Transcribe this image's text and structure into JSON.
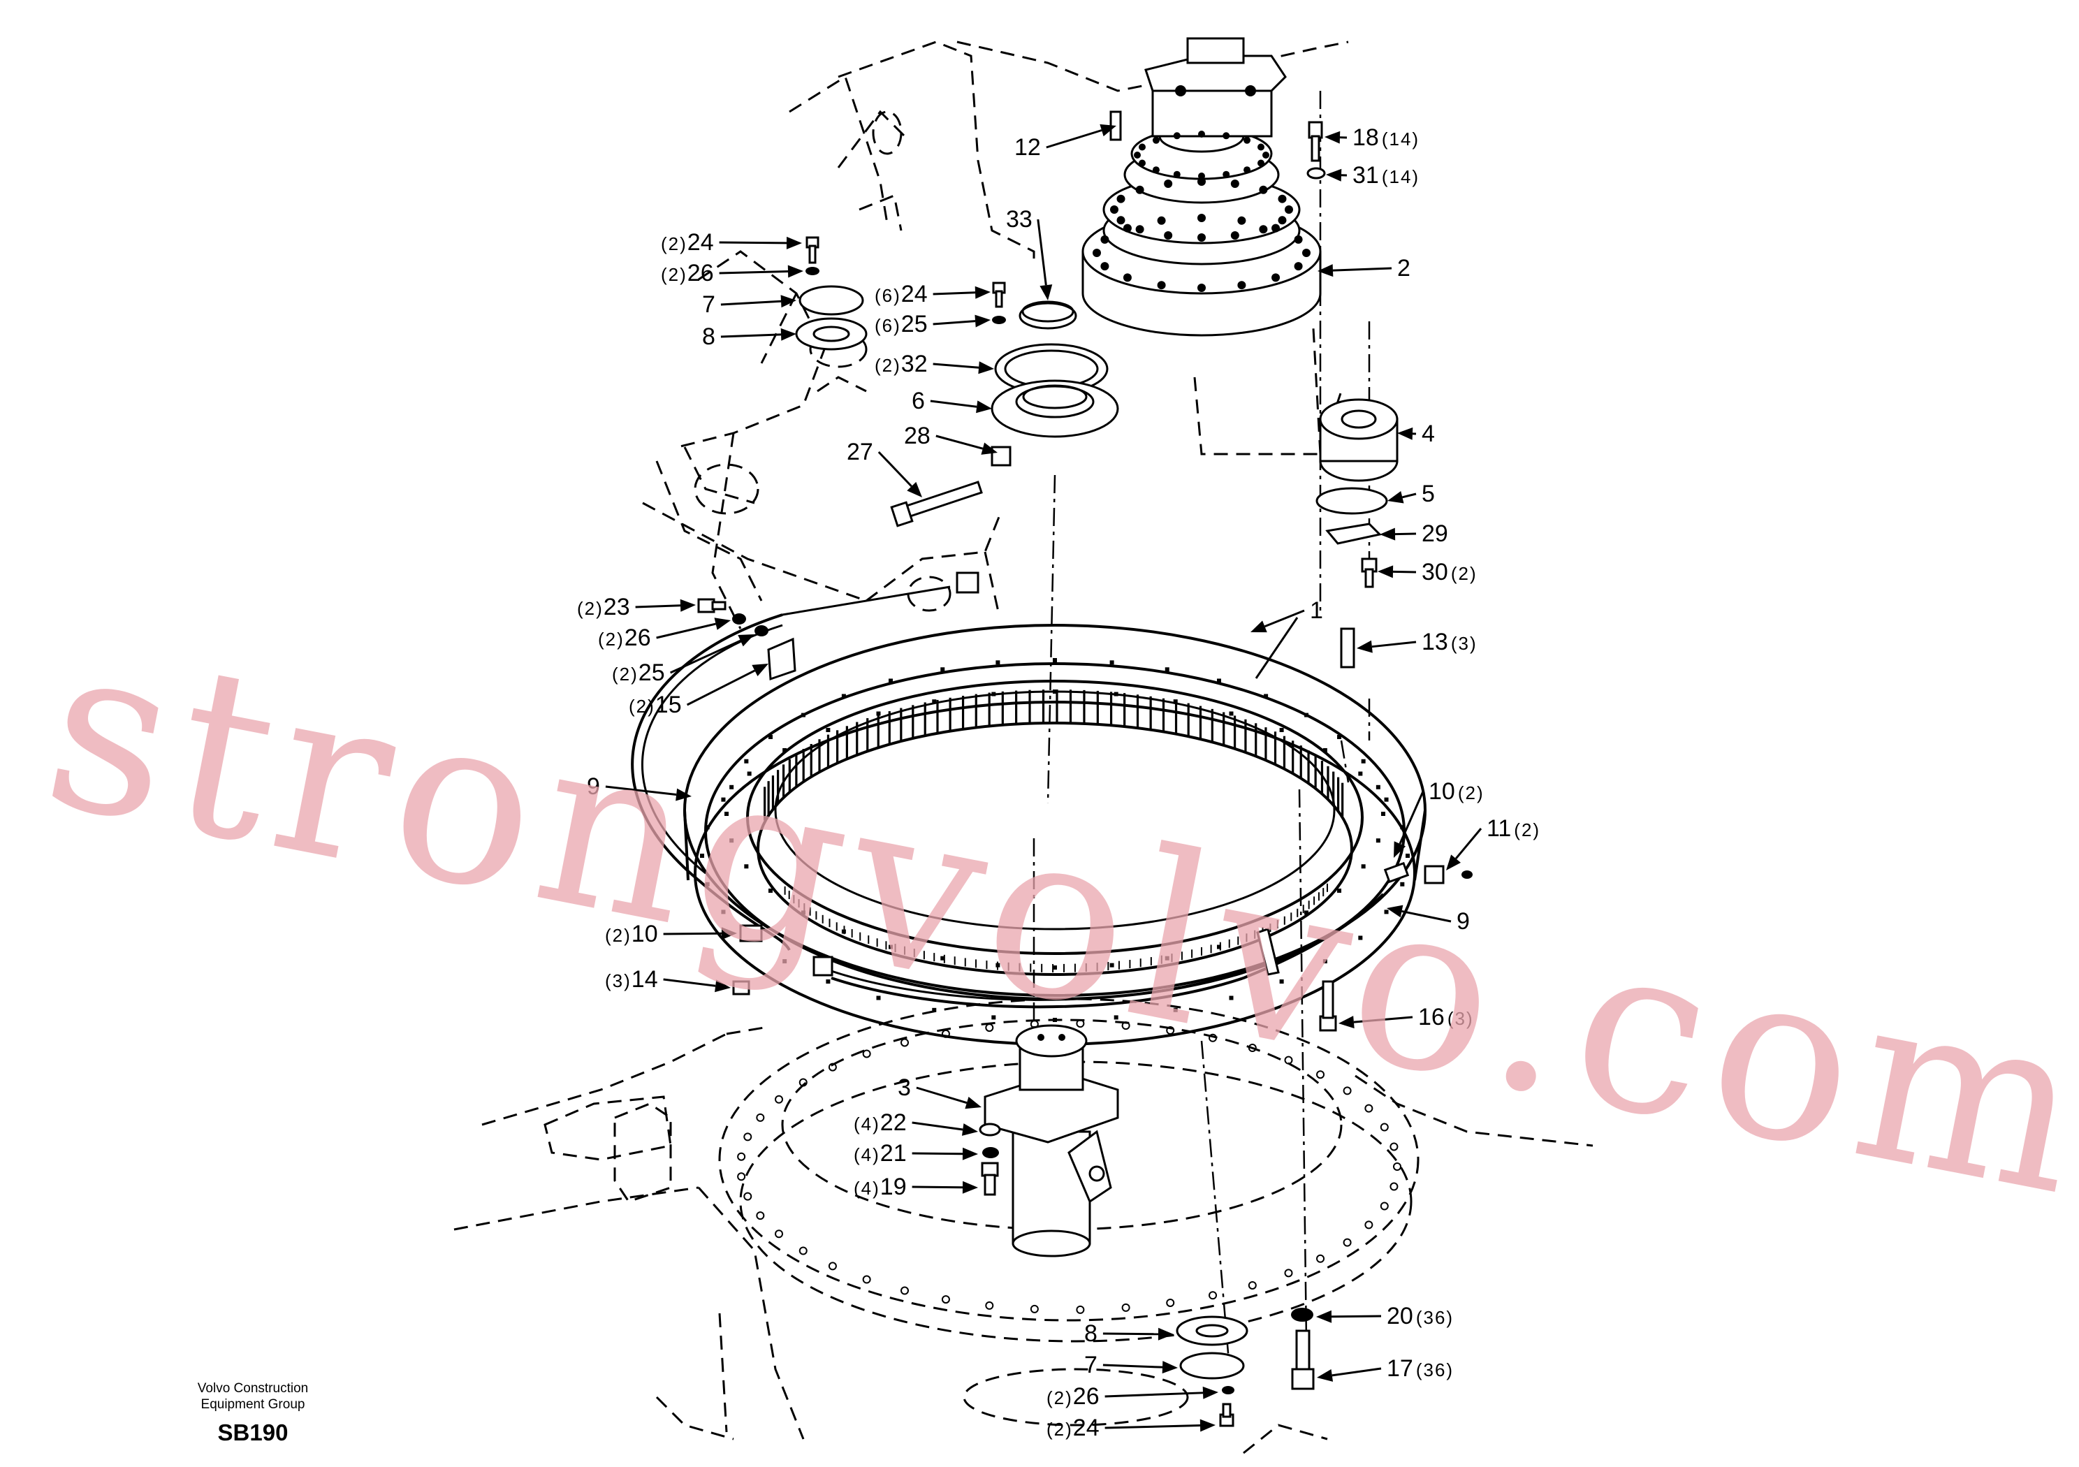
{
  "diagram": {
    "callouts": [
      {
        "qty": "",
        "num": "12"
      },
      {
        "qty": "(14)",
        "num": "18"
      },
      {
        "qty": "(14)",
        "num": "31"
      },
      {
        "qty": "",
        "num": "2"
      },
      {
        "qty": "",
        "num": "33"
      },
      {
        "qty": "(2)",
        "num": "24"
      },
      {
        "qty": "(2)",
        "num": "26"
      },
      {
        "qty": "",
        "num": "7"
      },
      {
        "qty": "",
        "num": "8"
      },
      {
        "qty": "(6)",
        "num": "24"
      },
      {
        "qty": "(6)",
        "num": "25"
      },
      {
        "qty": "(2)",
        "num": "32"
      },
      {
        "qty": "",
        "num": "6"
      },
      {
        "qty": "",
        "num": "27"
      },
      {
        "qty": "",
        "num": "28"
      },
      {
        "qty": "",
        "num": "4"
      },
      {
        "qty": "",
        "num": "5"
      },
      {
        "qty": "",
        "num": "29"
      },
      {
        "qty": "(2)",
        "num": "30"
      },
      {
        "qty": "",
        "num": "1"
      },
      {
        "qty": "(3)",
        "num": "13"
      },
      {
        "qty": "(2)",
        "num": "23"
      },
      {
        "qty": "(2)",
        "num": "26"
      },
      {
        "qty": "(2)",
        "num": "25"
      },
      {
        "qty": "(2)",
        "num": "15"
      },
      {
        "qty": "",
        "num": "9"
      },
      {
        "qty": "(2)",
        "num": "10"
      },
      {
        "qty": "(2)",
        "num": "11"
      },
      {
        "qty": "",
        "num": "9"
      },
      {
        "qty": "(2)",
        "num": "10"
      },
      {
        "qty": "(3)",
        "num": "14"
      },
      {
        "qty": "(3)",
        "num": "16"
      },
      {
        "qty": "",
        "num": "3"
      },
      {
        "qty": "(4)",
        "num": "22"
      },
      {
        "qty": "(4)",
        "num": "21"
      },
      {
        "qty": "(4)",
        "num": "19"
      },
      {
        "qty": "(36)",
        "num": "20"
      },
      {
        "qty": "",
        "num": "8"
      },
      {
        "qty": "(36)",
        "num": "17"
      },
      {
        "qty": "",
        "num": "7"
      },
      {
        "qty": "(2)",
        "num": "26"
      },
      {
        "qty": "(2)",
        "num": "24"
      }
    ]
  },
  "footer": {
    "company_line1": "Volvo Construction",
    "company_line2": "Equipment Group",
    "code": "SB190"
  },
  "watermark": {
    "text": "strongvolvo.com",
    "color": "#e9a6ad"
  }
}
